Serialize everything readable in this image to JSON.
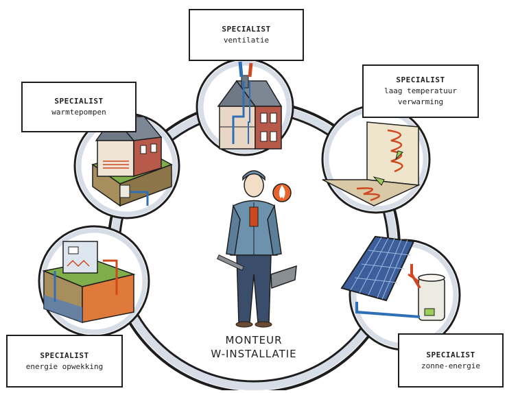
{
  "center": {
    "line1": "MONTEUR",
    "line2": "W-INSTALLATIE"
  },
  "boxes": {
    "ventilatie": {
      "title": "SPECIALIST",
      "subtitle": "ventilatie"
    },
    "warmtepompen": {
      "title": "SPECIALIST",
      "subtitle": "warmtepompen"
    },
    "lage_temp": {
      "title": "SPECIALIST",
      "subtitle_1": "laag temperatuur",
      "subtitle_2": "verwarming"
    },
    "energie": {
      "title": "SPECIALIST",
      "subtitle": "energie opwekking"
    },
    "zonne": {
      "title": "SPECIALIST",
      "subtitle": "zonne-energie"
    }
  },
  "colors": {
    "outline": "#1e1e1e",
    "ring": "#d7dde6",
    "brick": "#b85a4a",
    "roof": "#6f7885",
    "grass": "#7fae4a",
    "soil": "#a78e5c",
    "pipe_hot": "#d0481f",
    "pipe_cold": "#2f6fb6",
    "overall": "#6d92ad",
    "panel": "#3c5f9c",
    "tank": "#ecebe2",
    "flame": "#e8632a"
  },
  "icons": [
    "flame-badge-icon"
  ]
}
